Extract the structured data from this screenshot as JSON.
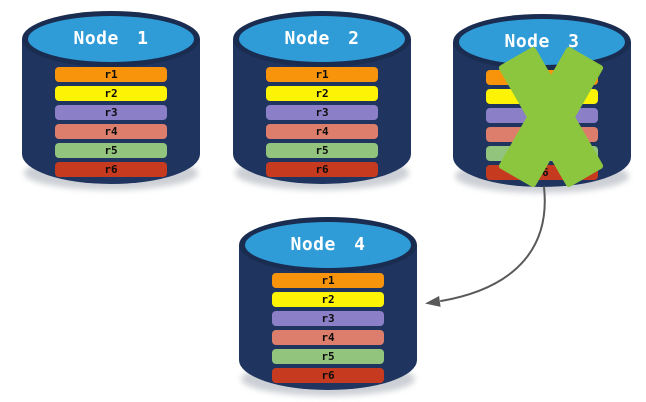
{
  "diagram": {
    "nodes": [
      {
        "label": "Node 1",
        "failed": false
      },
      {
        "label": "Node 2",
        "failed": false
      },
      {
        "label": "Node 3",
        "failed": true
      },
      {
        "label": "Node 4",
        "failed": false
      }
    ],
    "replicas": [
      {
        "label": "r1",
        "color": "#F8940C"
      },
      {
        "label": "r2",
        "color": "#FDF304"
      },
      {
        "label": "r3",
        "color": "#8B7FC7"
      },
      {
        "label": "r4",
        "color": "#DC7E6B"
      },
      {
        "label": "r5",
        "color": "#93C47D"
      },
      {
        "label": "r6",
        "color": "#C63A20"
      }
    ],
    "colors": {
      "cylinder_body": "#1F3560",
      "cylinder_rim": "#1A2C50",
      "cylinder_top": "#2F9CD8",
      "failure_x": "#8CC63E",
      "arrow": "#595959"
    }
  }
}
